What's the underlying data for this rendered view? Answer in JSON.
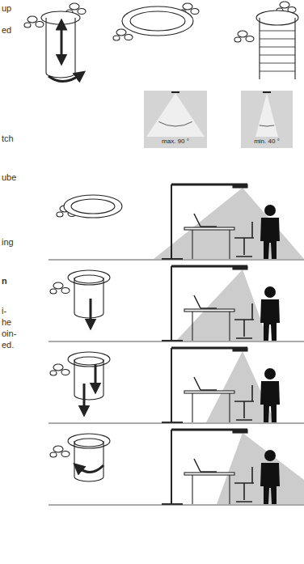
{
  "diagram": {
    "nodes": [
      {
        "text": [
          "max. 90 °"
        ]
      },
      {
        "text": [
          "min. 40 °"
        ]
      }
    ],
    "labels": [
      "up",
      "ed",
      "tch",
      "ube",
      "ing",
      "n",
      "i-",
      "he",
      "oin-",
      "ed."
    ]
  }
}
